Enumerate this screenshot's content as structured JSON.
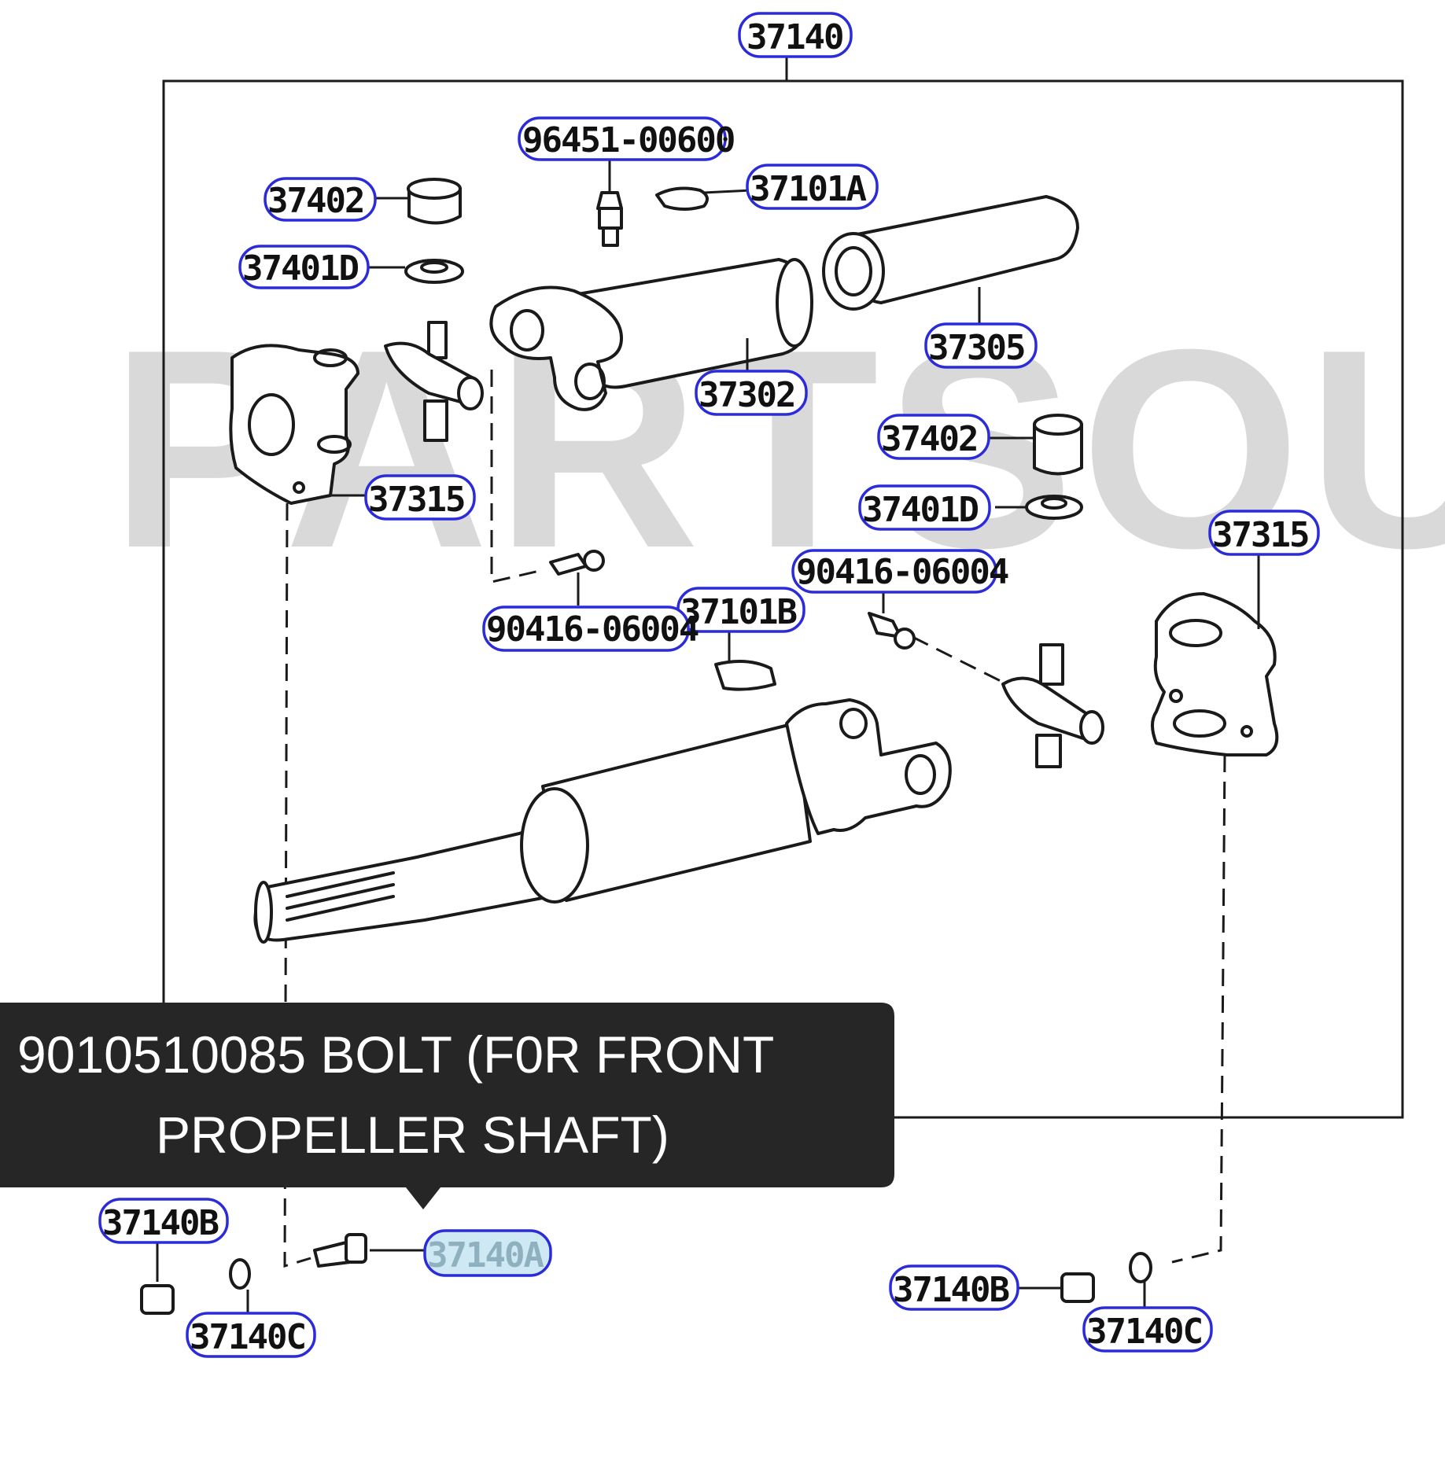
{
  "watermark": "PARTSOU",
  "callouts": {
    "assembly": "37140",
    "grease_fitting": "96451-00600",
    "plate_a": "37101A",
    "bearing_cup_left": "37402",
    "snap_ring_left": "37401D",
    "yoke_tube": "37302",
    "boot": "37305",
    "bearing_cup_right": "37402",
    "snap_ring_right": "37401D",
    "flange_yoke_left": "37315",
    "flange_yoke_right": "37315",
    "fitting_left": "90416-06004",
    "fitting_right": "90416-06004",
    "plate_b": "37101B",
    "bolt": "37140A",
    "nut_left": "37140B",
    "nut_right": "37140B",
    "washer_left": "37140C",
    "washer_right": "37140C"
  },
  "active_callout": "bolt",
  "tooltip": {
    "line1": "9010510085 BOLT (F0R FRONT",
    "line2": "PROPELLER SHAFT)"
  }
}
